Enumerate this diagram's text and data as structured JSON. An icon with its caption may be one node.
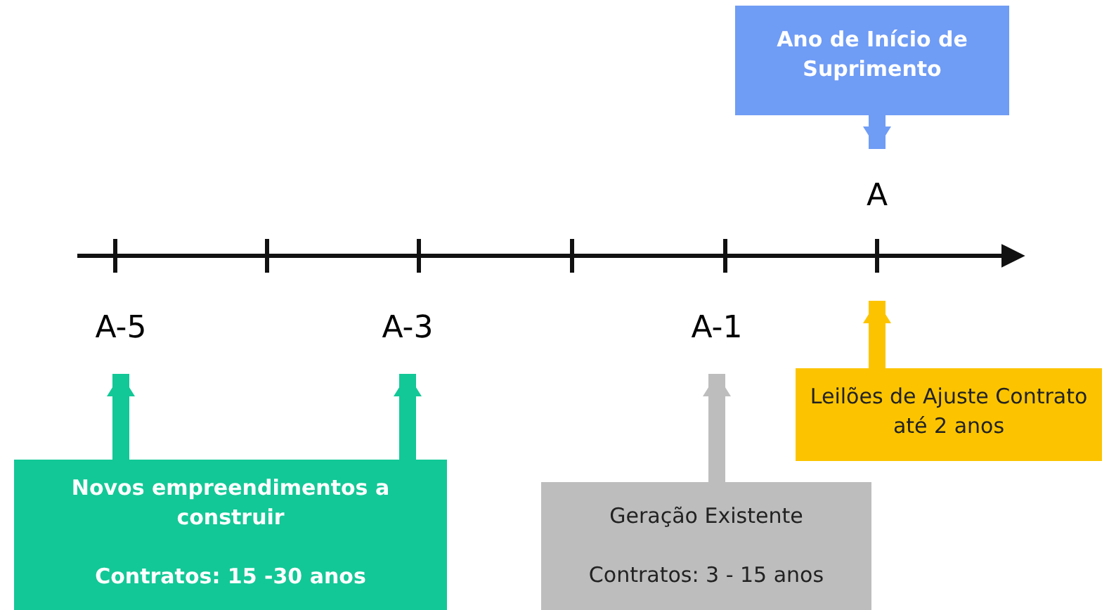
{
  "diagram": {
    "nodes": [
      {
        "text": [
          "Ano de Início de Suprimento"
        ]
      },
      {
        "text": [
          "A"
        ]
      },
      {
        "text": [
          "A-5"
        ]
      },
      {
        "text": [
          "A-3"
        ]
      },
      {
        "text": [
          "A-1"
        ]
      },
      {
        "text": [
          "Leilões de Ajuste Contrato até 2 anos"
        ]
      },
      {
        "text": [
          "Novos empreendimentos a construir",
          "Contratos: 15 -30 anos"
        ]
      },
      {
        "text": [
          "Geração Existente",
          "Contratos: 3 - 15 anos"
        ]
      }
    ],
    "edges": [
      {
        "from": 0,
        "to": 1,
        "arrow": "to",
        "color": "#6f9cf5"
      },
      {
        "from": 5,
        "to": null,
        "arrow": "to",
        "color": "#fcc400"
      },
      {
        "from": 6,
        "to": 2,
        "arrow": "to",
        "color": "#12c896"
      },
      {
        "from": 6,
        "to": 3,
        "arrow": "to",
        "color": "#12c896"
      },
      {
        "from": 7,
        "to": 4,
        "arrow": "to",
        "color": "#bdbdbd"
      }
    ]
  }
}
